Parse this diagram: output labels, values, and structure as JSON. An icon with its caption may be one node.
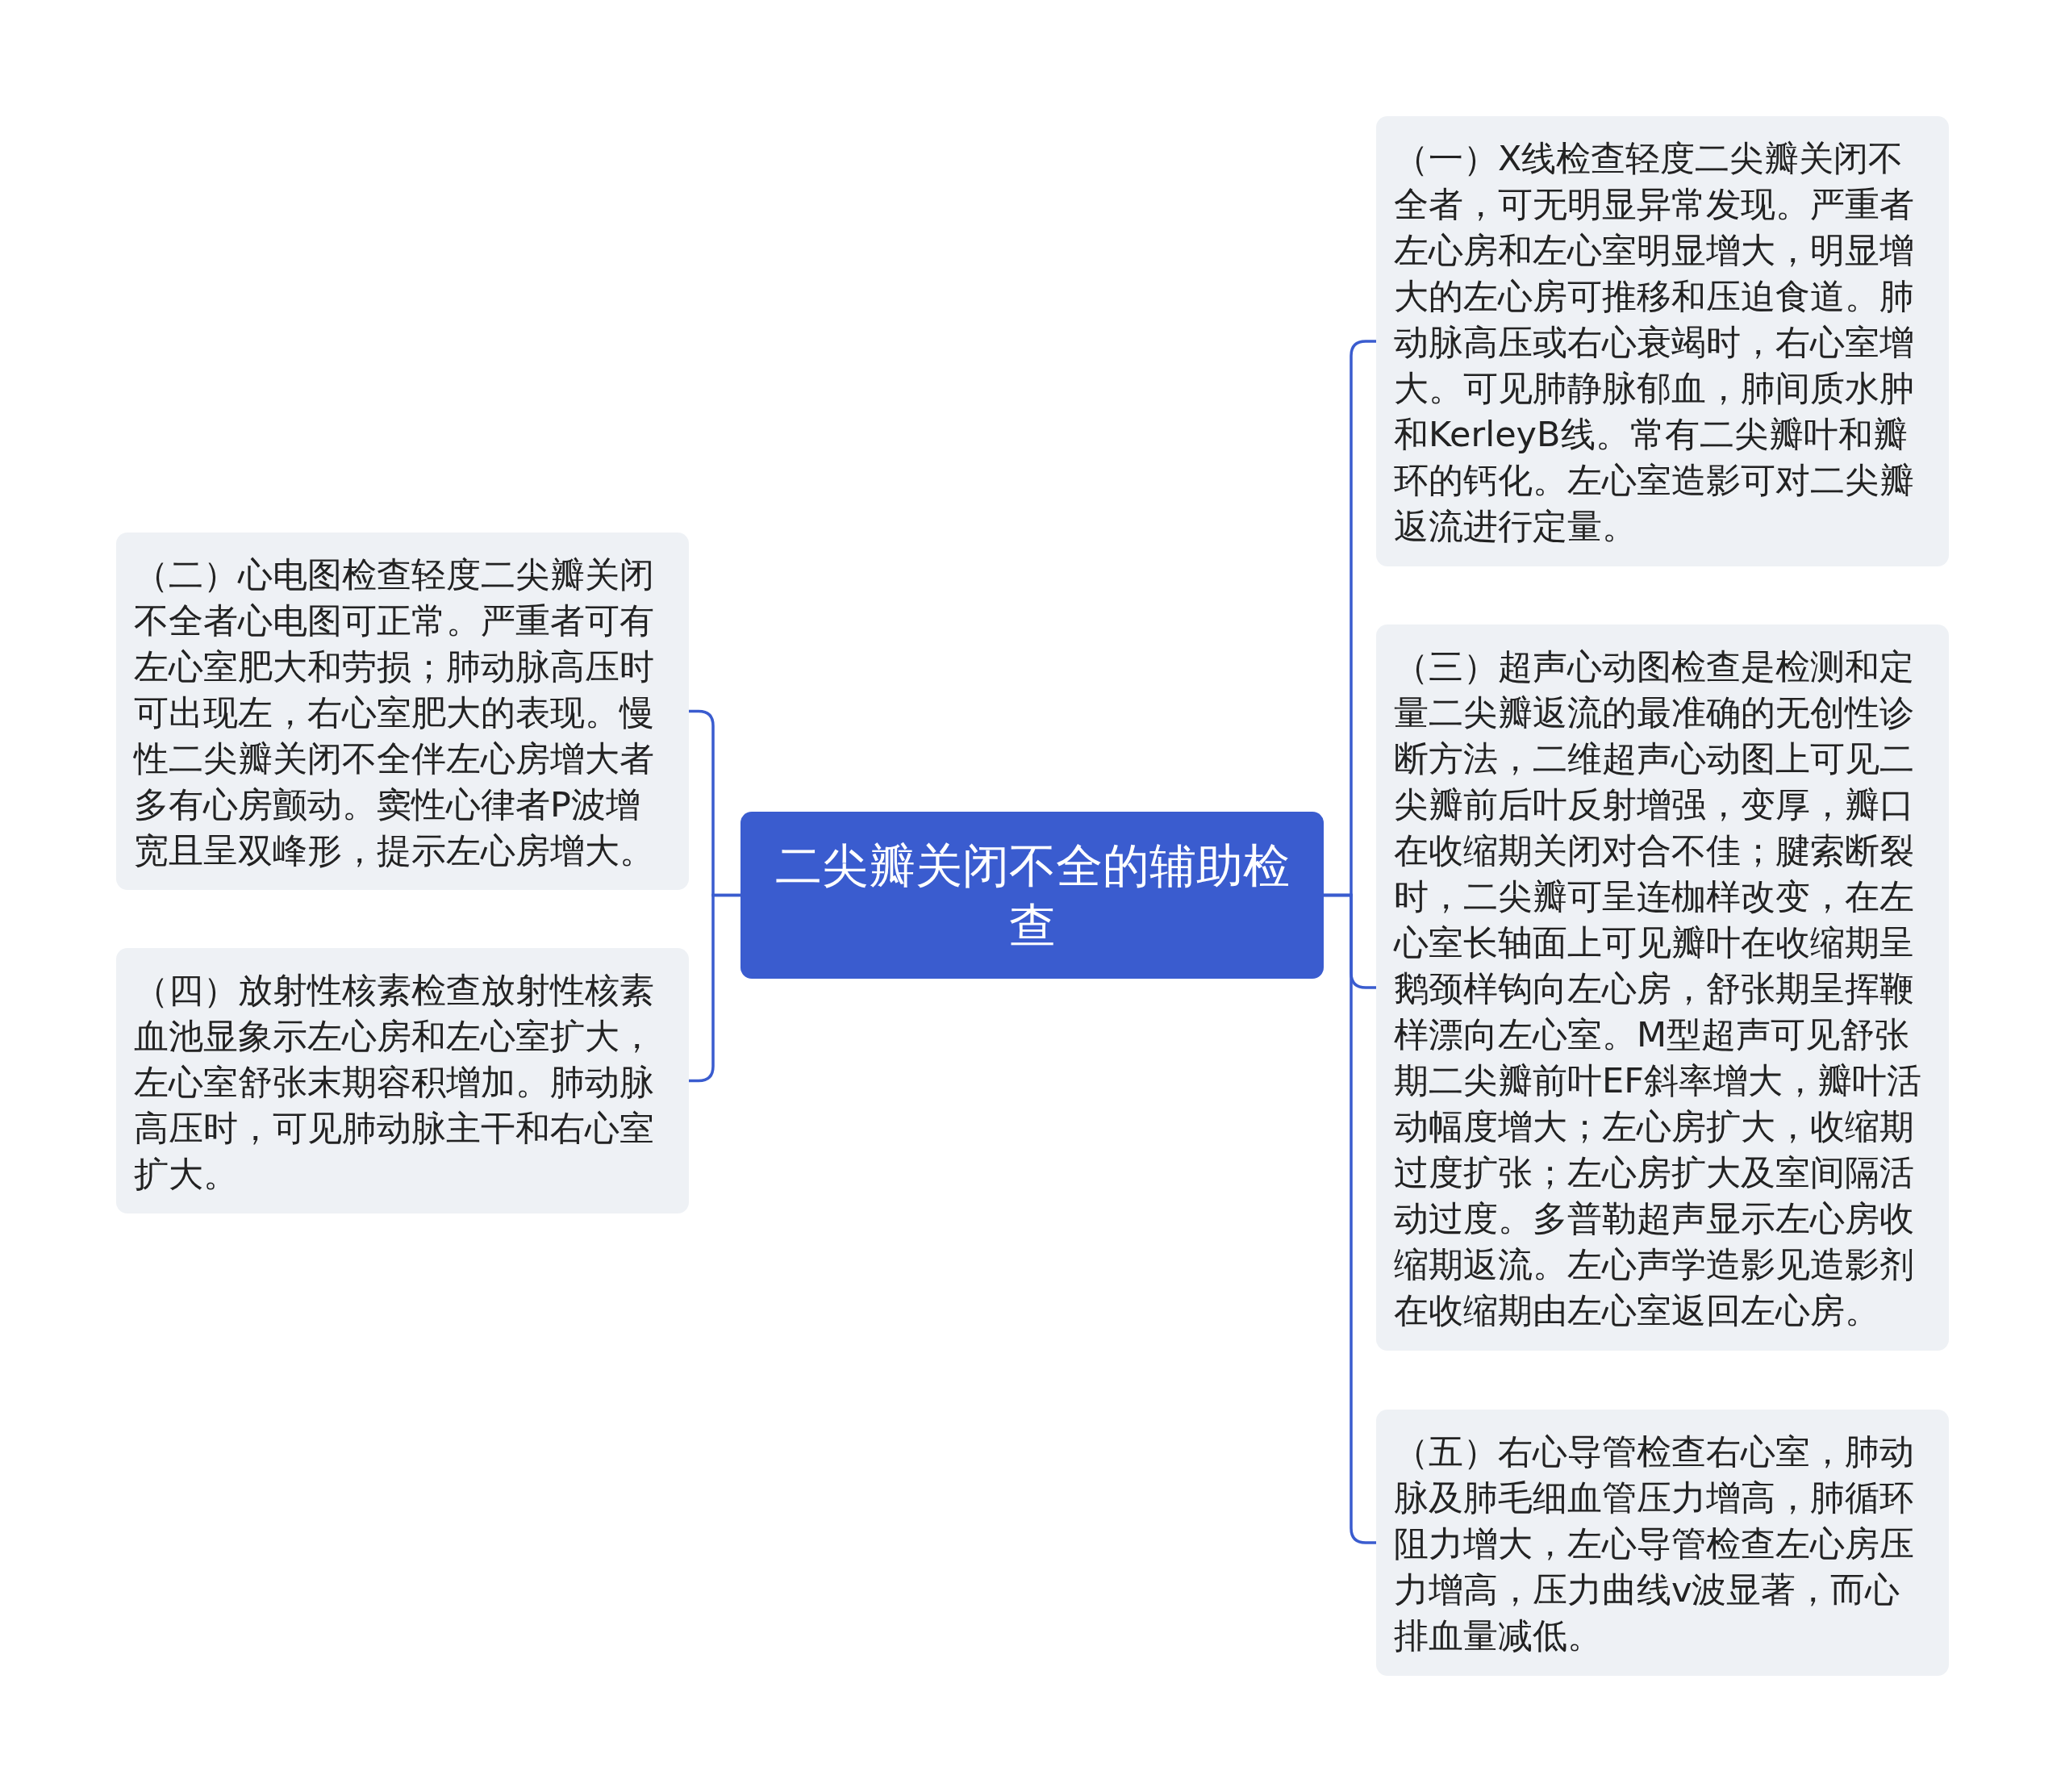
{
  "diagram": {
    "nodes": [
      {
        "text": [
          "二尖瓣关闭不全的辅助检查"
        ]
      },
      {
        "text": [
          "（一）X线检查轻度二尖瓣关闭不全者，可无明显异常发现。严重者左心房和左心室明显增大，明显增大的左心房可推移和压迫食道。肺动脉高压或右心衰竭时，右心室增大。可见肺静脉郁血，肺间质水肿和KerleyB线。常有二尖瓣叶和瓣环的钙化。左心室造影可对二尖瓣返流进行定量。"
        ]
      },
      {
        "text": [
          "（二）心电图检查轻度二尖瓣关闭不全者心电图可正常。严重者可有左心室肥大和劳损；肺动脉高压时可出现左，右心室肥大的表现。慢性二尖瓣关闭不全伴左心房增大者多有心房颤动。窦性心律者P波增宽且呈双峰形，提示左心房增大。"
        ]
      },
      {
        "text": [
          "（三）超声心动图检查是检测和定量二尖瓣返流的最准确的无创性诊断方法，二维超声心动图上可见二尖瓣前后叶反射增强，变厚，瓣口在收缩期关闭对合不佳；腱索断裂时，二尖瓣可呈连枷样改变，在左心室长轴面上可见瓣叶在收缩期呈鹅颈样钩向左心房，舒张期呈挥鞭样漂向左心室。M型超声可见舒张期二尖瓣前叶EF斜率增大，瓣叶活动幅度增大；左心房扩大，收缩期过度扩张；左心房扩大及室间隔活动过度。多普勒超声显示左心房收缩期返流。左心声学造影见造影剂在收缩期由左心室返回左心房。"
        ]
      },
      {
        "text": [
          "（四）放射性核素检查放射性核素血池显象示左心房和左心室扩大，左心室舒张末期容积增加。肺动脉高压时，可见肺动脉主干和右心室扩大。"
        ]
      },
      {
        "text": [
          "（五）右心导管检查右心室，肺动脉及肺毛细血管压力增高，肺循环阻力增大，左心导管检查左心房压力增高，压力曲线v波显著，而心排血量减低。"
        ]
      }
    ],
    "edges": [
      {
        "from": 0,
        "to": 1,
        "arrow": "none"
      },
      {
        "from": 0,
        "to": 2,
        "arrow": "none"
      },
      {
        "from": 0,
        "to": 3,
        "arrow": "none"
      },
      {
        "from": 0,
        "to": 4,
        "arrow": "none"
      },
      {
        "from": 0,
        "to": 5,
        "arrow": "none"
      }
    ]
  }
}
